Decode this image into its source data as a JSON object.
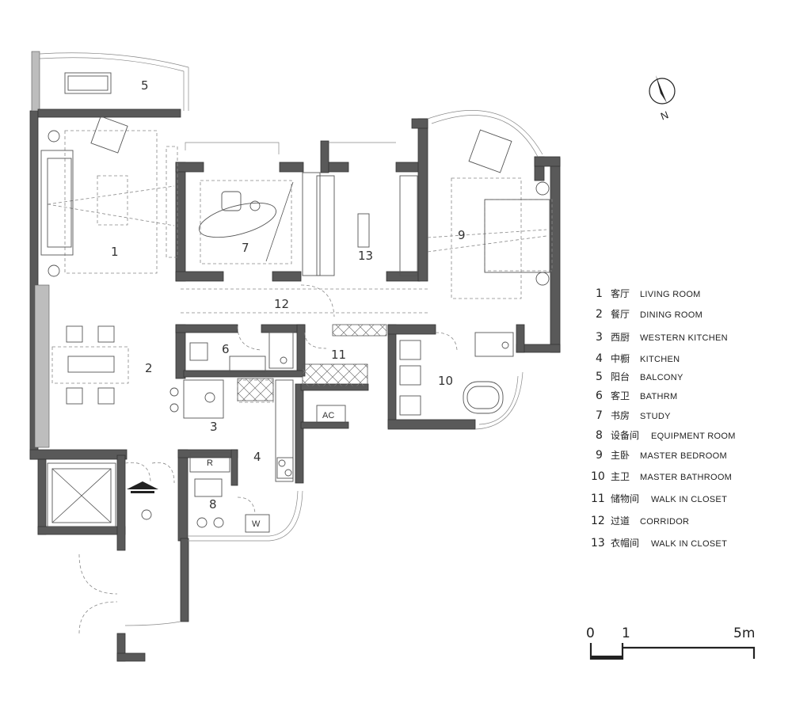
{
  "rooms": [
    {
      "number": "1",
      "cn": "客厅",
      "en": "LIVING ROOM"
    },
    {
      "number": "2",
      "cn": "餐厅",
      "en": "DINING ROOM"
    },
    {
      "number": "3",
      "cn": "西厨",
      "en": "WESTERN KITCHEN"
    },
    {
      "number": "4",
      "cn": "中橱",
      "en": "KITCHEN"
    },
    {
      "number": "5",
      "cn": "阳台",
      "en": "BALCONY"
    },
    {
      "number": "6",
      "cn": "客卫",
      "en": "BATHRM"
    },
    {
      "number": "7",
      "cn": "书房",
      "en": "STUDY"
    },
    {
      "number": "8",
      "cn": "设备间",
      "en": "EQUIPMENT ROOM"
    },
    {
      "number": "9",
      "cn": "主卧",
      "en": "MASTER BEDROOM"
    },
    {
      "number": "10",
      "cn": "主卫",
      "en": "MASTER BATHROOM"
    },
    {
      "number": "11",
      "cn": "储物间",
      "en": "WALK IN CLOSET"
    },
    {
      "number": "12",
      "cn": "过道",
      "en": "CORRIDOR"
    },
    {
      "number": "13",
      "cn": "衣帽间",
      "en": "WALK IN CLOSET"
    }
  ],
  "tags": {
    "ac": "AC",
    "refrigerator": "R",
    "washer": "W"
  },
  "compass": {
    "north_label": "N"
  },
  "scale_bar": {
    "zero": "0",
    "one": "1",
    "five": "5m"
  },
  "colors": {
    "wall": "#595959",
    "line": "#555555",
    "dash": "#888888",
    "text": "#222222"
  }
}
